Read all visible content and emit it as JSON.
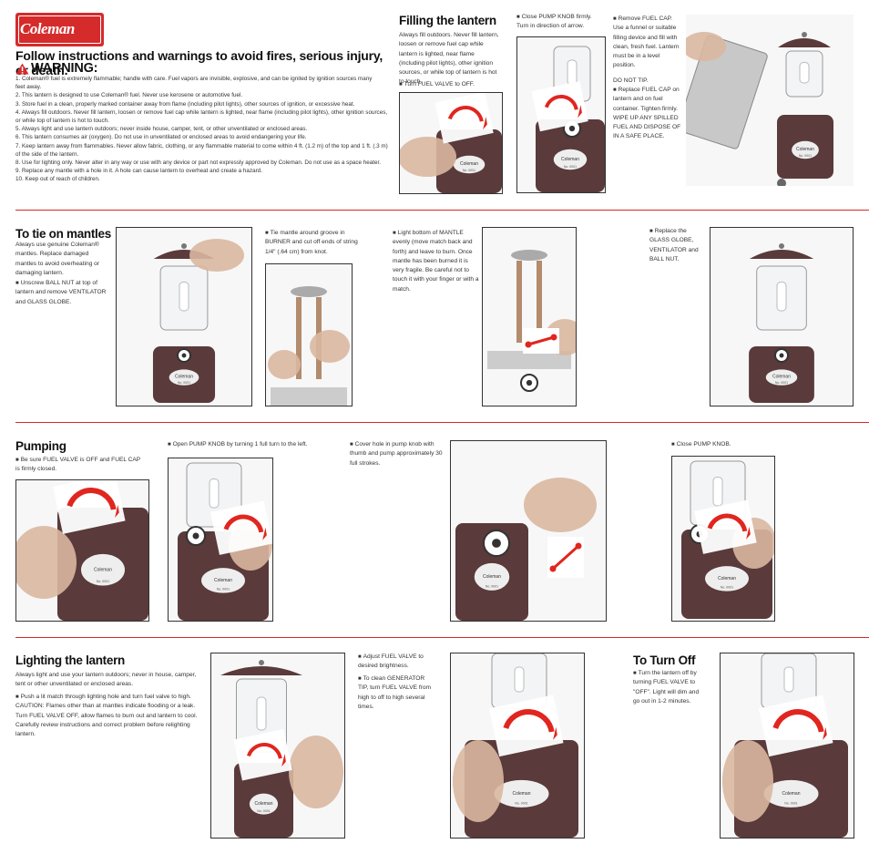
{
  "logo": {
    "text": "Coleman"
  },
  "warning": {
    "heading": "Follow instructions and warnings to avoid fires, serious injury, or death.",
    "label": "WARNING:",
    "items": [
      "1. Coleman® fuel is extremely flammable; handle with care. Fuel vapors are invisible, explosive, and can be ignited by ignition sources many",
      "feet away.",
      "2. This lantern is designed to use Coleman® fuel. Never use kerosene or automotive fuel.",
      "3. Store fuel in a clean, properly marked container away from flame (including pilot lights), other sources of ignition, or excessive heat.",
      "4. Always fill outdoors. Never fill lantern, loosen or remove fuel cap while lantern is lighted, near flame (including pilot lights), other ignition sources,",
      "or while top of lantern is hot to touch.",
      "5. Always light and use lantern outdoors; never inside house, camper, tent, or other unventilated or enclosed areas.",
      "6. This lantern consumes air (oxygen). Do not use in unventilated or enclosed areas to avoid endangering your life.",
      "7. Keep lantern away from flammables. Never allow fabric, clothing, or any flammable material to come within 4 ft. (1.2 m) of the top and 1 ft. (.3 m)",
      "of the side of the lantern.",
      "8. Use for lighting only. Never alter in any way or use with any device or part not expressly approved by Coleman. Do not use as a space heater.",
      "9. Replace any mantle with a hole in it. A hole can cause lantern to overheat and create a hazard.",
      "10. Keep out of reach of children."
    ]
  },
  "filling": {
    "title": "Filling the lantern",
    "intro": "Always fill outdoors. Never fill lantern, loosen or remove fuel cap while lantern is lighted, near flame (including pilot lights), other ignition sources, or while top of lantern is hot to touch.",
    "step1": "Turn FUEL VALVE to OFF.",
    "step2": "Close PUMP KNOB firmly. Turn in direction of arrow.",
    "step3": "Remove FUEL CAP. Use a funnel or suitable filling device and fill with clean, fresh fuel. Lantern must be in a level position.",
    "step3b": "DO NOT TIP.",
    "step4": "Replace FUEL CAP on lantern and on fuel container. Tighten firmly. WIPE UP ANY SPILLED FUEL AND DISPOSE OF IN A SAFE PLACE."
  },
  "mantles": {
    "title": "To tie on mantles",
    "intro": "Always use genuine Coleman® mantles. Replace damaged mantles to avoid overheating or damaging lantern.",
    "step1": "Unscrew BALL NUT at top of lantern and remove VENTILATOR and GLASS GLOBE.",
    "step2": "Tie mantle around groove in BURNER and cut off ends of string 1/4\" (.64 cm) from knot.",
    "step3": "Light bottom of MANTLE evenly (move match back and forth) and leave to burn. Once mantle has been burned it is very fragile. Be careful not to touch it with your finger or with a match.",
    "step4": "Replace the GLASS GLOBE, VENTILATOR and BALL NUT."
  },
  "pumping": {
    "title": "Pumping",
    "step1": "Be sure FUEL VALVE is OFF and FUEL CAP is firmly closed.",
    "step2": "Open PUMP KNOB by turning 1 full turn to the left.",
    "step3": "Cover hole in pump knob with thumb and pump approximately 30 full strokes.",
    "step4": "Close PUMP KNOB."
  },
  "lighting": {
    "title": "Lighting the lantern",
    "intro": "Always light and use your lantern outdoors; never in house, camper, tent or other unventilated or enclosed areas.",
    "step1": "Push a lit match through lighting hole and turn fuel valve to high. CAUTION: Flames other than at mantles indicate flooding or a leak. Turn FUEL VALVE OFF, allow flames to burn out and lantern to cool. Carefully review instructions and correct problem before relighting lantern.",
    "step2": "Adjust FUEL VALVE to desired brightness.",
    "step3": "To clean GENERATOR TIP, turn FUEL VALVE from high to off to high several times."
  },
  "turnoff": {
    "title": "To Turn Off",
    "step1": "Turn the lantern off by turning FUEL VALVE to \"OFF\". Light will dim and go out in 1-2 minutes."
  },
  "badge": {
    "brand": "Coleman",
    "number": "0001",
    "prefix": "No."
  },
  "colors": {
    "accent": "#d52b2b",
    "lantern": "#5a3a3a",
    "arrow": "#e0261f"
  }
}
